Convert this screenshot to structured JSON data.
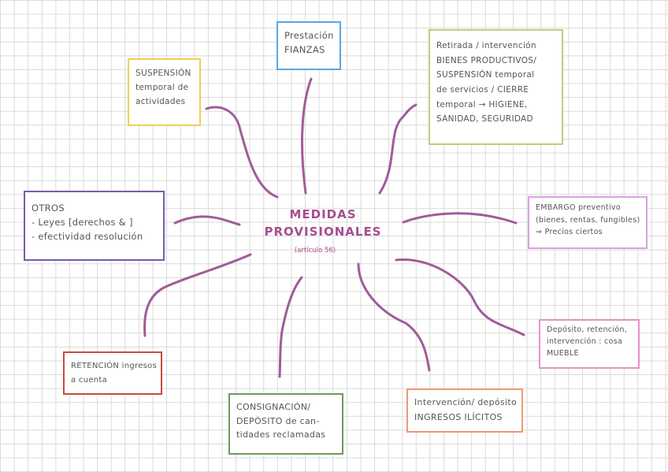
{
  "center": {
    "title_line1": "MEDIDAS",
    "title_line2": "PROVISIONALES",
    "subtitle": "(artículo 56)"
  },
  "nodes": [
    {
      "id": "fianzas",
      "lines": [
        "Prestación",
        "FIANZAS"
      ],
      "color": "#5aa6e6"
    },
    {
      "id": "suspension",
      "lines": [
        "SUSPENSIÓN",
        "temporal de",
        "actividades"
      ],
      "color": "#f0cf55"
    },
    {
      "id": "retirada",
      "lines": [
        "Retirada / intervención",
        "BIENES PRODUCTIVOS/",
        "SUSPENSIÓN temporal",
        "de servicios / CIERRE",
        "temporal → HIGIENE,",
        "SANIDAD, SEGURIDAD"
      ],
      "color": "#b8d175"
    },
    {
      "id": "otros",
      "lines": [
        "OTROS",
        "- Leyes [derechos & ]",
        "- efectividad resolución"
      ],
      "color": "#7b5aa6"
    },
    {
      "id": "embargo",
      "lines": [
        "EMBARGO preventivo",
        "(bienes, rentas, fungibles)",
        "⇒ Precios ciertos"
      ],
      "color": "#d8a2e0"
    },
    {
      "id": "deposito",
      "lines": [
        "Depósito, retención,",
        "intervención : cosa",
        "MUEBLE"
      ],
      "color": "#ec8fc8"
    },
    {
      "id": "retencion",
      "lines": [
        "RETENCIÓN ingresos",
        "a cuenta"
      ],
      "color": "#c94a3c"
    },
    {
      "id": "consignacion",
      "lines": [
        "CONSIGNACIÓN/",
        "DEPÓSITO de can-",
        "tidades reclamadas"
      ],
      "color": "#6f9a5a"
    },
    {
      "id": "ingresos",
      "lines": [
        "Intervención/ depósito",
        "INGRESOS ILÍCITOS"
      ],
      "color": "#ee9b76"
    }
  ],
  "connector_color": "#a05c99"
}
